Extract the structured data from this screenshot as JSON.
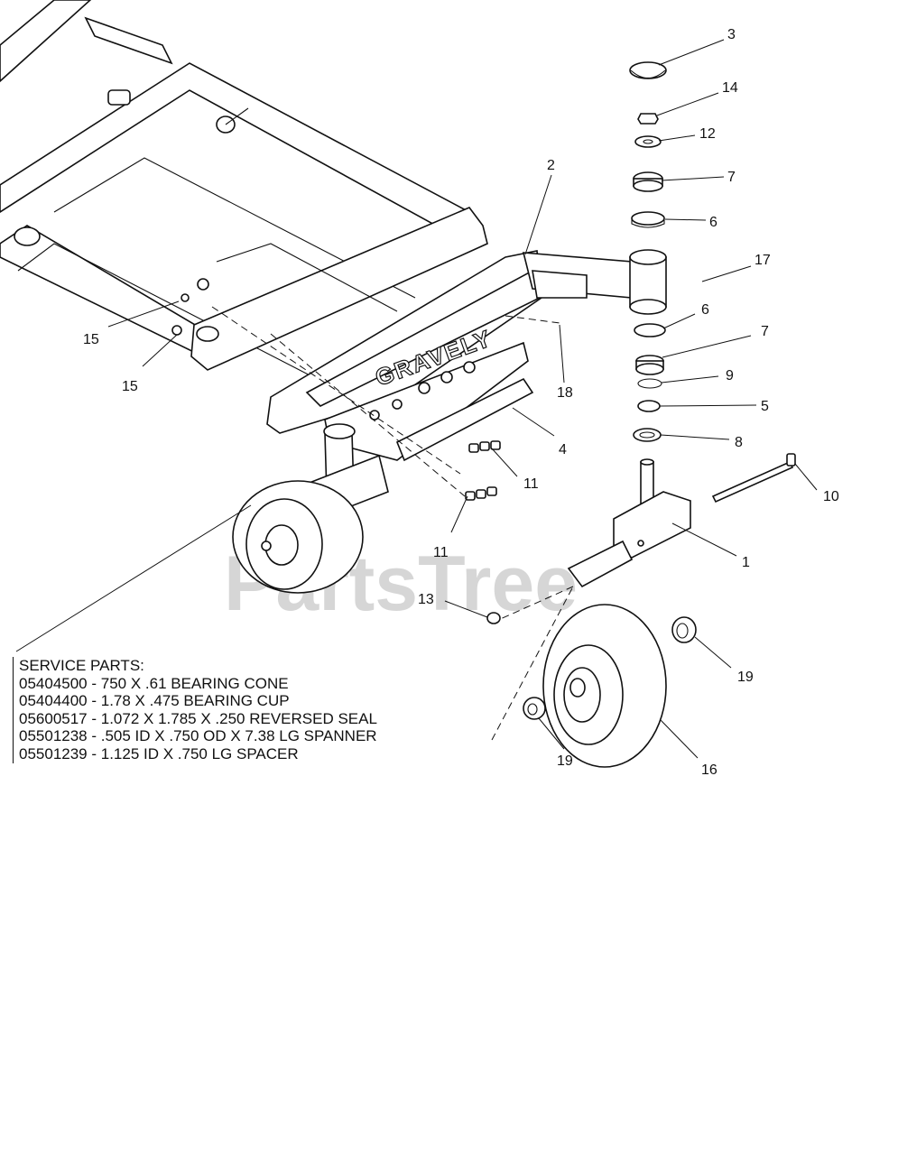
{
  "watermark": "PartsTree",
  "brand_logo": "GRAVELY",
  "service_parts": {
    "heading": "SERVICE PARTS:",
    "items": [
      "05404500 - 750 X .61 BEARING CONE",
      "05404400 - 1.78 X .475 BEARING CUP",
      "05600517 - 1.072 X 1.785 X .250 REVERSED SEAL",
      "05501238 - .505 ID X .750 OD X 7.38 LG SPANNER",
      "05501239 - 1.125 ID X .750 LG SPACER"
    ]
  },
  "callouts": {
    "c3": "3",
    "c14": "14",
    "c12": "12",
    "c7a": "7",
    "c6a": "6",
    "c2": "2",
    "c17": "17",
    "c6b": "6",
    "c7b": "7",
    "c9": "9",
    "c5": "5",
    "c8": "8",
    "c18": "18",
    "c4": "4",
    "c15a": "15",
    "c15b": "15",
    "c11a": "11",
    "c11b": "11",
    "c10": "10",
    "c1": "1",
    "c13": "13",
    "c19a": "19",
    "c19b": "19",
    "c16": "16"
  }
}
